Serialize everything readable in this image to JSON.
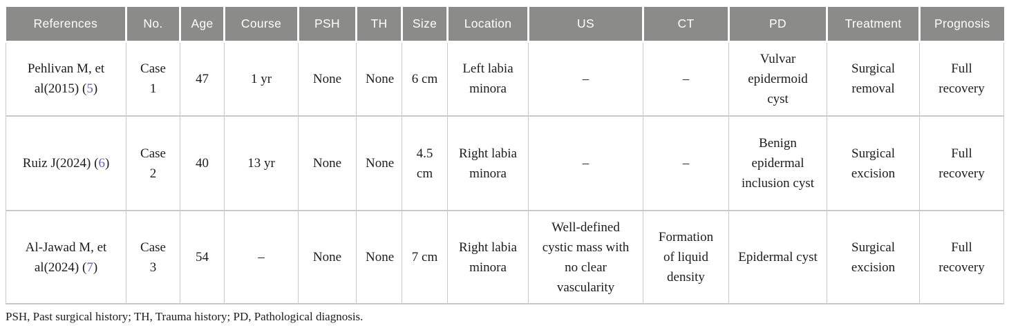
{
  "colors": {
    "header_bg": "#8b8b89",
    "header_text": "#ffffff",
    "body_text": "#1c1c1c",
    "border": "#c9c9c9",
    "link": "#675eae",
    "page_bg": "#ffffff"
  },
  "table": {
    "columns": [
      "References",
      "No.",
      "Age",
      "Course",
      "PSH",
      "TH",
      "Size",
      "Location",
      "US",
      "CT",
      "PD",
      "Treatment",
      "Prognosis"
    ],
    "rows": [
      {
        "reference": {
          "prefix": "Pehlivan M, et al(2015) (",
          "citation": "5",
          "suffix": ")"
        },
        "no": "Case 1",
        "age": "47",
        "course": "1 yr",
        "psh": "None",
        "th": "None",
        "size": "6 cm",
        "location": "Left labia minora",
        "us": "–",
        "ct": "–",
        "pd": "Vulvar epidermoid cyst",
        "treatment": "Surgical removal",
        "prognosis": "Full recovery"
      },
      {
        "reference": {
          "prefix": "Ruiz J(2024) (",
          "citation": "6",
          "suffix": ")"
        },
        "no": "Case 2",
        "age": "40",
        "course": "13 yr",
        "psh": "None",
        "th": "None",
        "size": "4.5 cm",
        "location": "Right labia minora",
        "us": "–",
        "ct": "–",
        "pd": "Benign epidermal inclusion cyst",
        "treatment": "Surgical excision",
        "prognosis": "Full recovery"
      },
      {
        "reference": {
          "prefix": "Al-Jawad M, et al(2024) (",
          "citation": "7",
          "suffix": ")"
        },
        "no": "Case 3",
        "age": "54",
        "course": "–",
        "psh": "None",
        "th": "None",
        "size": "7 cm",
        "location": "Right labia minora",
        "us": "Well-defined cystic mass with no clear vascularity",
        "ct": "Formation of liquid density",
        "pd": "Epidermal cyst",
        "treatment": "Surgical excision",
        "prognosis": "Full recovery"
      }
    ],
    "footnote": "PSH, Past surgical history; TH, Trauma history; PD, Pathological diagnosis."
  }
}
